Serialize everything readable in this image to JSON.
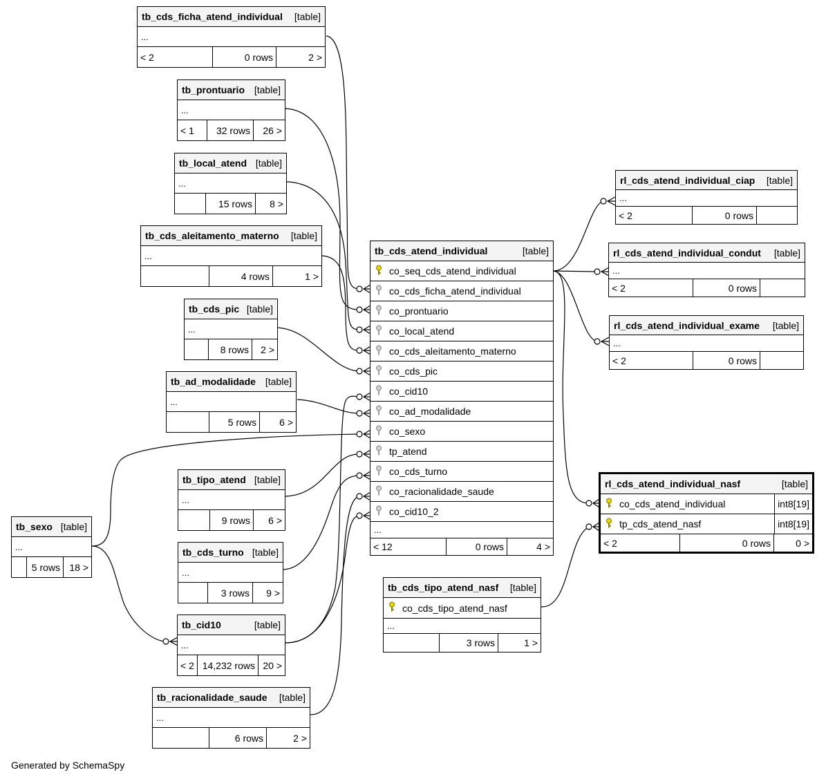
{
  "footer": "Generated by SchemaSpy",
  "tag": "[table]",
  "ellipsis": "...",
  "tables": {
    "ficha": {
      "name": "tb_cds_ficha_atend_individual",
      "left": "< 2",
      "rows": "0 rows",
      "right": "2 >"
    },
    "pront": {
      "name": "tb_prontuario",
      "left": "< 1",
      "rows": "32 rows",
      "right": "26 >"
    },
    "local": {
      "name": "tb_local_atend",
      "left": "",
      "rows": "15 rows",
      "right": "8 >"
    },
    "aleit": {
      "name": "tb_cds_aleitamento_materno",
      "left": "",
      "rows": "4 rows",
      "right": "1 >"
    },
    "pic": {
      "name": "tb_cds_pic",
      "left": "",
      "rows": "8 rows",
      "right": "2 >"
    },
    "modal": {
      "name": "tb_ad_modalidade",
      "left": "",
      "rows": "5 rows",
      "right": "6 >"
    },
    "tipo": {
      "name": "tb_tipo_atend",
      "left": "",
      "rows": "9 rows",
      "right": "6 >"
    },
    "sexo": {
      "name": "tb_sexo",
      "left": "",
      "rows": "5 rows",
      "right": "18 >"
    },
    "turno": {
      "name": "tb_cds_turno",
      "left": "",
      "rows": "3 rows",
      "right": "9 >"
    },
    "cid10": {
      "name": "tb_cid10",
      "left": "< 2",
      "rows": "14,232 rows",
      "right": "20 >"
    },
    "racio": {
      "name": "tb_racionalidade_saude",
      "left": "",
      "rows": "6 rows",
      "right": "2 >"
    },
    "main": {
      "name": "tb_cds_atend_individual",
      "left": "< 12",
      "rows": "0 rows",
      "right": "4 >",
      "columns": [
        "co_seq_cds_atend_individual",
        "co_cds_ficha_atend_individual",
        "co_prontuario",
        "co_local_atend",
        "co_cds_aleitamento_materno",
        "co_cds_pic",
        "co_cid10",
        "co_ad_modalidade",
        "co_sexo",
        "tp_atend",
        "co_cds_turno",
        "co_racionalidade_saude",
        "co_cid10_2"
      ]
    },
    "tiponasf": {
      "name": "tb_cds_tipo_atend_nasf",
      "left": "",
      "rows": "3 rows",
      "right": "1 >",
      "columns": [
        "co_cds_tipo_atend_nasf"
      ]
    },
    "ciap": {
      "name": "rl_cds_atend_individual_ciap",
      "left": "< 2",
      "rows": "0 rows",
      "right": ""
    },
    "condut": {
      "name": "rl_cds_atend_individual_condut",
      "left": "< 2",
      "rows": "0 rows",
      "right": ""
    },
    "exame": {
      "name": "rl_cds_atend_individual_exame",
      "left": "< 2",
      "rows": "0 rows",
      "right": ""
    },
    "nasf": {
      "name": "rl_cds_atend_individual_nasf",
      "left": "< 2",
      "rows": "0 rows",
      "right": "0 >",
      "columns": [
        "co_cds_atend_individual",
        "tp_cds_atend_nasf"
      ],
      "types": [
        "int8[19]",
        "int8[19]"
      ]
    }
  }
}
